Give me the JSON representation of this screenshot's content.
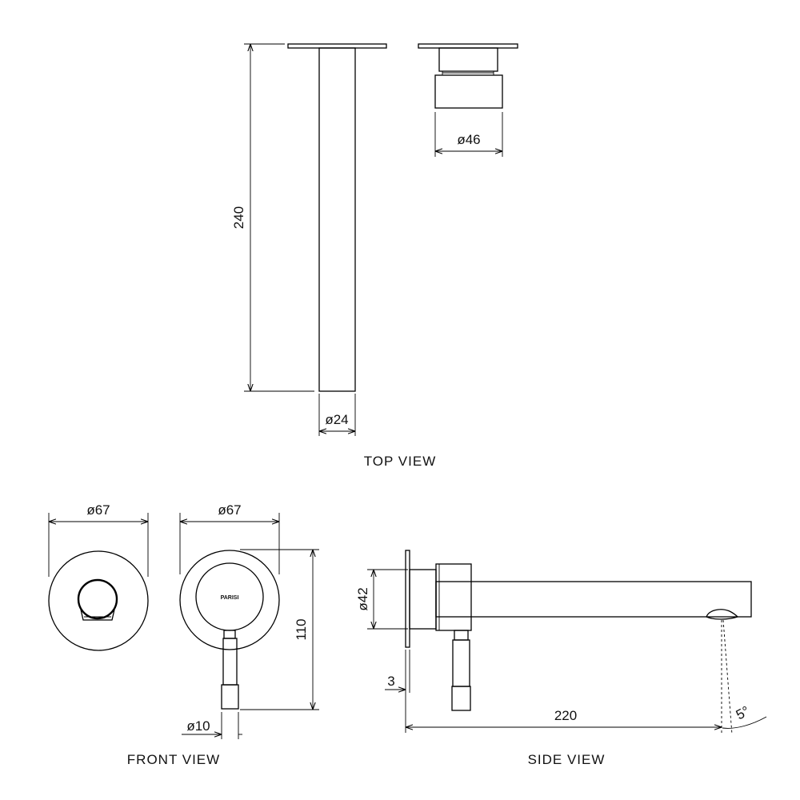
{
  "views": {
    "top": "TOP VIEW",
    "front": "FRONT VIEW",
    "side": "SIDE VIEW"
  },
  "dimensions": {
    "spout_length": "240",
    "spout_diameter": "ø24",
    "mixer_diameter": "ø46",
    "plate_left_diameter": "ø67",
    "plate_right_diameter": "ø67",
    "handle_height": "110",
    "handle_diameter": "ø10",
    "body_diameter": "ø42",
    "plate_thickness": "3",
    "projection": "220",
    "spout_angle": "5°"
  },
  "brand": "PARISI"
}
